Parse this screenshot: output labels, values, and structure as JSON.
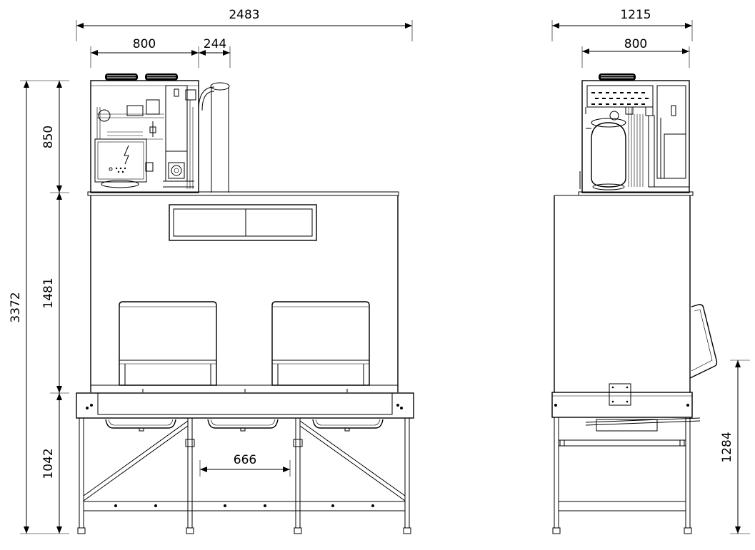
{
  "dimensions": {
    "front_total_width": "2483",
    "front_unit_width": "800",
    "front_pipe_width": "244",
    "total_height": "3372",
    "unit_height": "850",
    "bin_height": "1481",
    "stand_height": "1042",
    "door_spacing": "666",
    "side_total_width": "1215",
    "side_unit_width": "800",
    "side_door_height": "1284"
  },
  "colors": {
    "line": "#000000",
    "background": "#ffffff"
  },
  "icons": [
    "electric-hazard-icon"
  ]
}
